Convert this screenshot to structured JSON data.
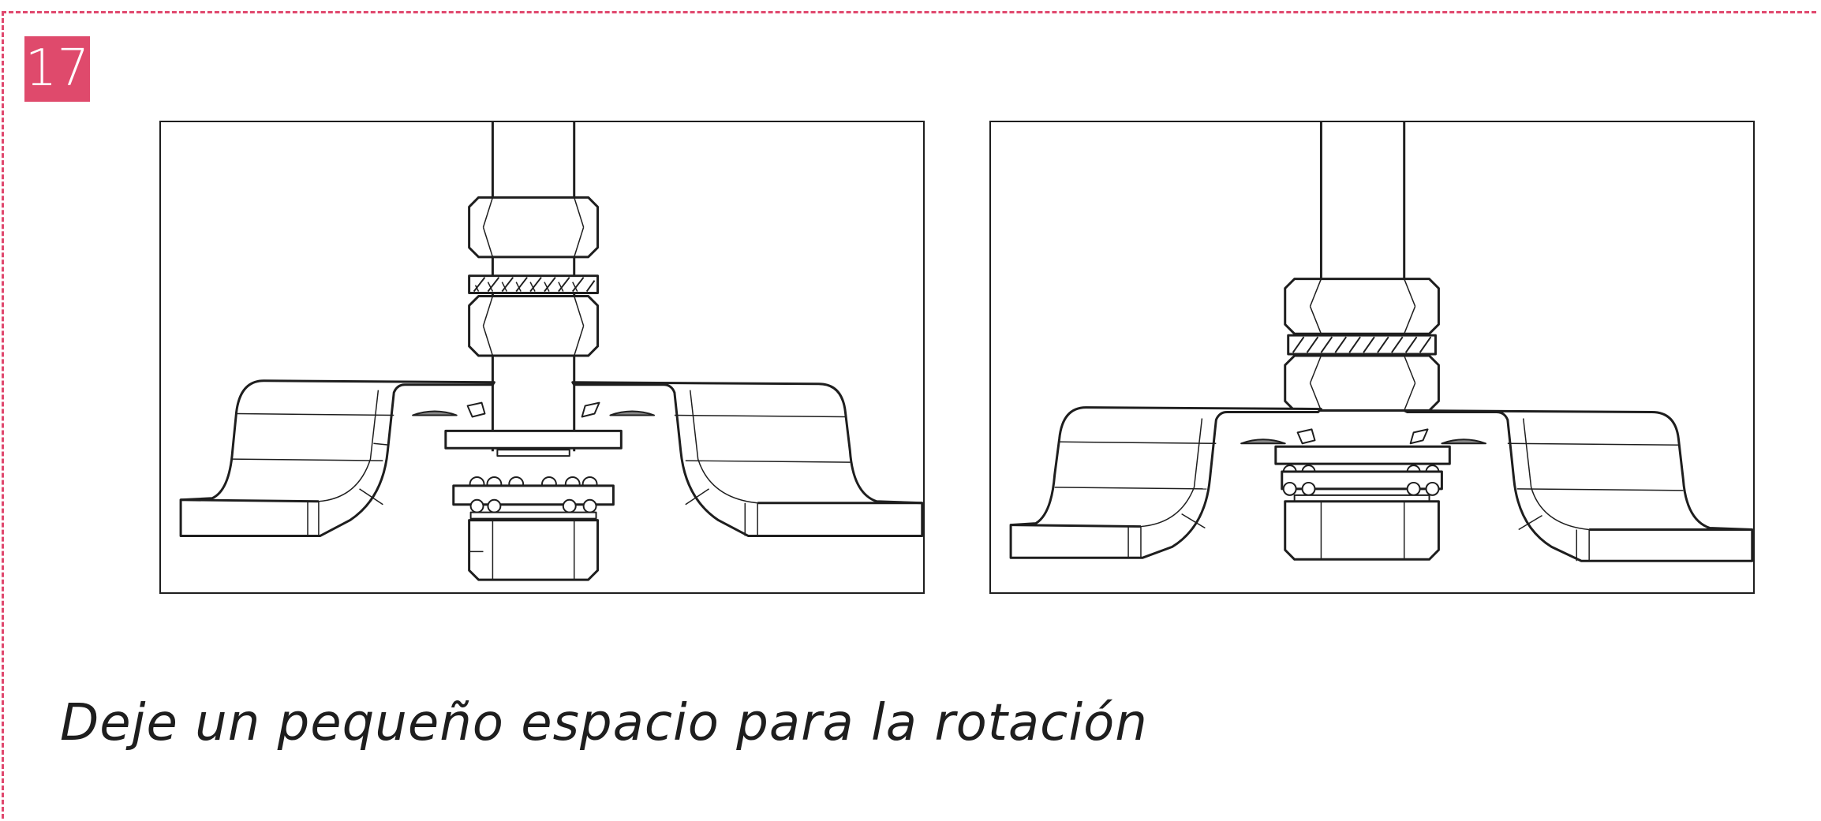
{
  "step": {
    "number": "17"
  },
  "colors": {
    "accent": "#df4a6c",
    "line": "#1e1e1e"
  },
  "illustrations": [
    {
      "name": "loose-assembly",
      "description_icon": "bolt-assembly-loose-icon"
    },
    {
      "name": "tight-assembly",
      "description_icon": "bolt-assembly-tight-icon"
    }
  ],
  "caption": {
    "text": "Deje un pequeño espacio para la rotación"
  }
}
